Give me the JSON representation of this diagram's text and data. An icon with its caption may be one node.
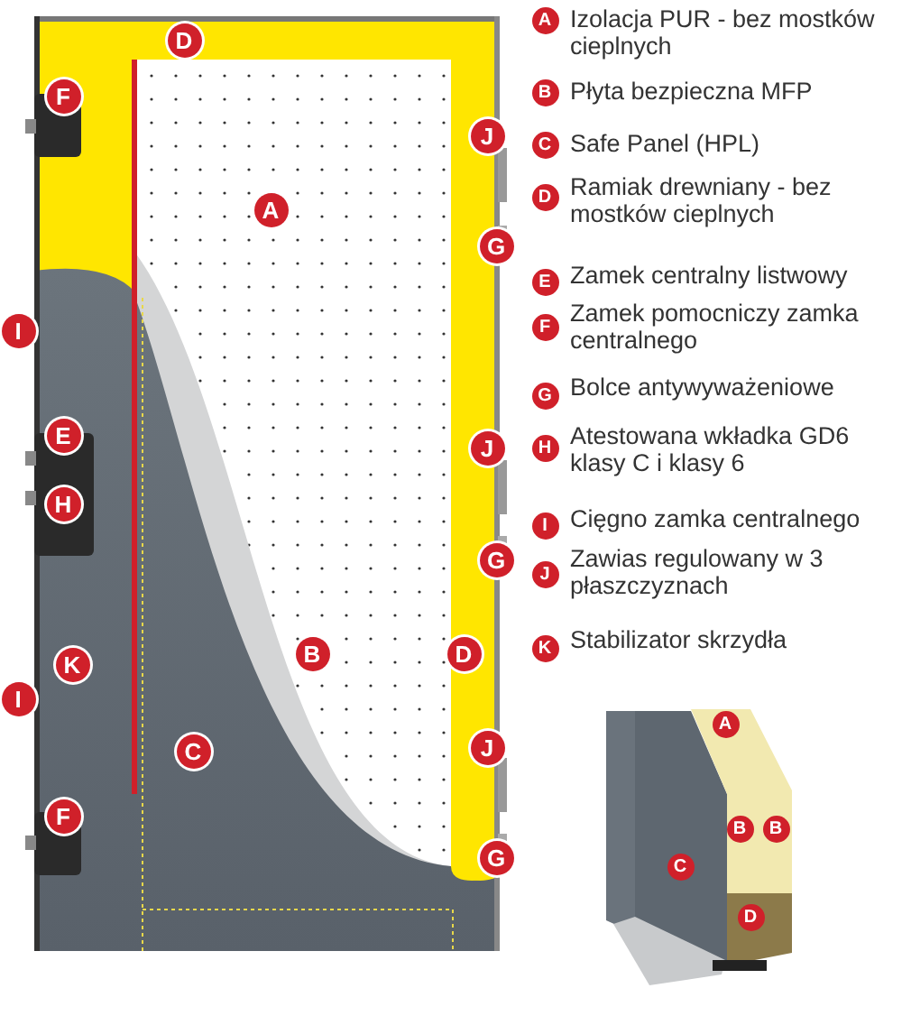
{
  "diagram": {
    "labels": [
      "D",
      "F",
      "J",
      "A",
      "G",
      "I",
      "E",
      "J",
      "H",
      "G",
      "K",
      "B",
      "D",
      "I",
      "C",
      "J",
      "F",
      "G",
      "A",
      "Izolacja PUR - bez mostków cieplnych",
      "B",
      "Płyta bezpieczna MFP",
      "C",
      "Safe Panel (HPL)",
      "D",
      "Ramiak drewniany - bez mostków cieplnych",
      "E",
      "Zamek centralny listwowy",
      "F",
      "Zamek pomocniczy zamka centralnego",
      "G",
      "Bolce antywyważeniowe",
      "H",
      "Atestowana wkładka GD6 klasy C i klasy 6",
      "I",
      "Cięgno zamka centralnego",
      "J",
      "Zawias regulowany w 3 płaszczyznach",
      "K",
      "Stabilizator skrzydła",
      "A",
      "B",
      "B",
      "C",
      "D"
    ]
  }
}
